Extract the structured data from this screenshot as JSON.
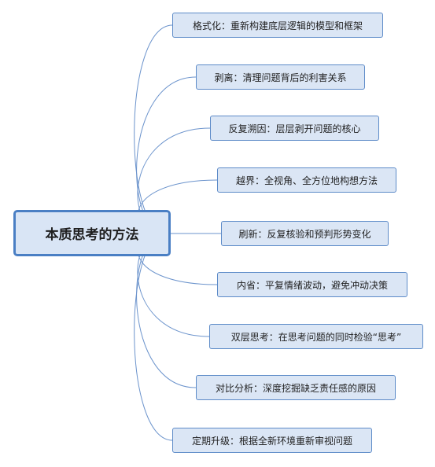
{
  "root": {
    "label": "本质思考的方法"
  },
  "branches": [
    {
      "label": "格式化：重新构建底层逻辑的模型和框架"
    },
    {
      "label": "剥离：清理问题背后的利害关系"
    },
    {
      "label": "反复溯因：层层剥开问题的核心"
    },
    {
      "label": "越界：全视角、全方位地构想方法"
    },
    {
      "label": "刷新：反复核验和预判形势变化"
    },
    {
      "label": "内省：平复情绪波动，避免冲动决策"
    },
    {
      "label": "双层思考：在思考问题的同时检验“思考”"
    },
    {
      "label": "对比分析：深度挖掘缺乏责任感的原因"
    },
    {
      "label": "定期升级：根据全新环境重新审视问题"
    }
  ],
  "colors": {
    "connector": "#6b93cc",
    "node_border": "#5d8bc8",
    "node_fill": "#dbe6f5",
    "root_border": "#4a7fc4",
    "root_fill": "#d9e5f5"
  }
}
